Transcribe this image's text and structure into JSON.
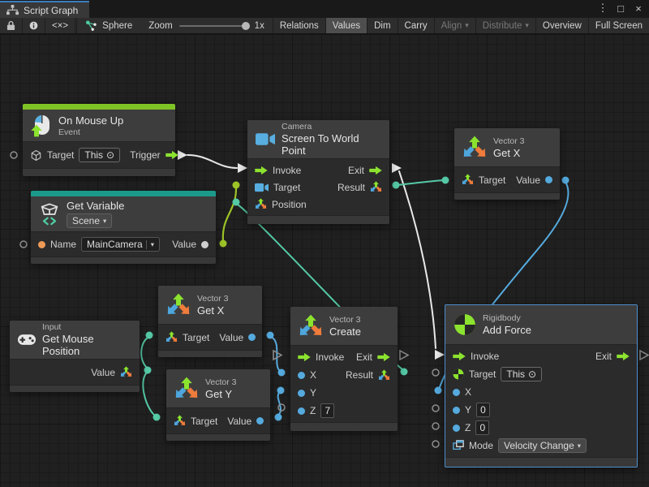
{
  "window": {
    "tab_title": "Script Graph"
  },
  "glyphs": {
    "dropdown": "▾",
    "target_dot": "⊙",
    "menu": "⋮",
    "maximize": "□",
    "close": "×",
    "code_toggle": "<×>"
  },
  "toolbar": {
    "graph_context": "Sphere",
    "zoom_label": "Zoom",
    "zoom_level": "1x",
    "relations": "Relations",
    "values": "Values",
    "dim": "Dim",
    "carry": "Carry",
    "align": "Align",
    "distribute": "Distribute",
    "overview": "Overview",
    "full_screen": "Full Screen"
  },
  "nodes": {
    "on_mouse_up": {
      "title": "On Mouse Up",
      "subtitle": "Event",
      "target": "Target",
      "target_value": "This",
      "trigger": "Trigger"
    },
    "get_variable": {
      "title": "Get Variable",
      "scope": "Scene",
      "name": "Name",
      "name_value": "MainCamera",
      "value": "Value"
    },
    "camera": {
      "category": "Camera",
      "title": "Screen To World Point",
      "invoke": "Invoke",
      "exit": "Exit",
      "target": "Target",
      "result": "Result",
      "position": "Position"
    },
    "get_x_top": {
      "category": "Vector 3",
      "title": "Get X",
      "target": "Target",
      "value": "Value"
    },
    "get_x_mid": {
      "category": "Vector 3",
      "title": "Get X",
      "target": "Target",
      "value": "Value"
    },
    "get_y": {
      "category": "Vector 3",
      "title": "Get Y",
      "target": "Target",
      "value": "Value"
    },
    "get_mouse_position": {
      "category": "Input",
      "title": "Get Mouse Position",
      "value": "Value"
    },
    "create": {
      "category": "Vector 3",
      "title": "Create",
      "invoke": "Invoke",
      "exit": "Exit",
      "x": "X",
      "result": "Result",
      "y": "Y",
      "z": "Z",
      "z_value": "7"
    },
    "add_force": {
      "category": "Rigidbody",
      "title": "Add Force",
      "invoke": "Invoke",
      "exit": "Exit",
      "target": "Target",
      "target_value": "This",
      "x": "X",
      "y": "Y",
      "y_value": "0",
      "z": "Z",
      "z_value": "0",
      "mode": "Mode",
      "mode_value": "Velocity Change"
    }
  },
  "colors": {
    "flow_arrow": "#8ce32f",
    "event_bar": "#7fc425",
    "variable_bar": "#1b9a8b",
    "wire_white": "#e8e8e8",
    "wire_lime": "#9dc427",
    "wire_teal": "#55c9a6",
    "wire_blue": "#55aade",
    "string_port": "#ee9a57",
    "selection_border": "#4e8fd0"
  }
}
